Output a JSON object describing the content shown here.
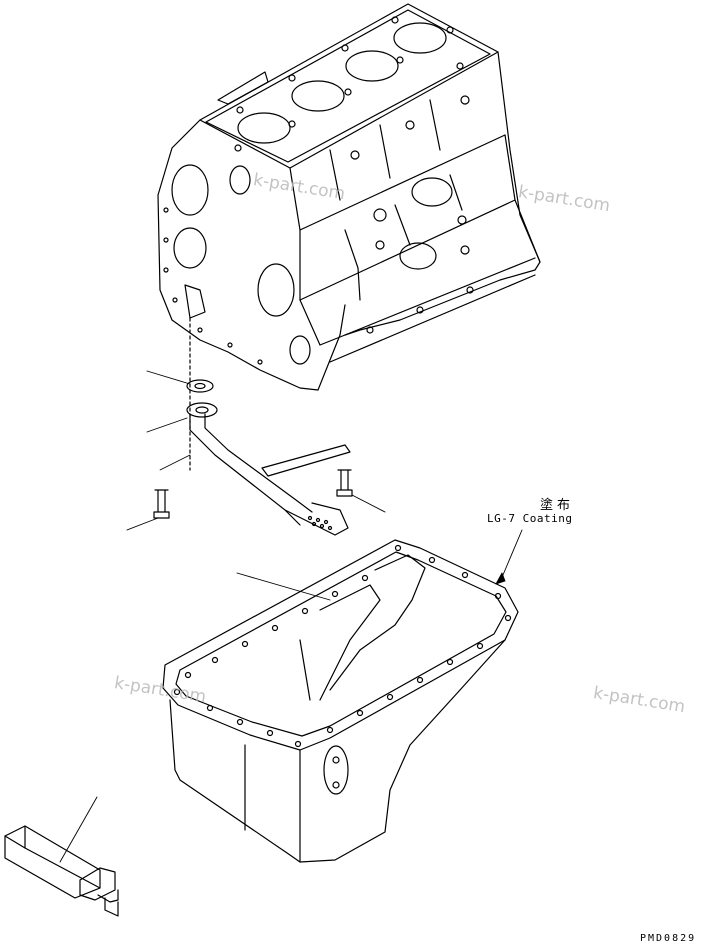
{
  "annotation": {
    "coating_jp": "塗布",
    "coating_en": "LG-7 Coating"
  },
  "drawing_code": "PMD0829",
  "watermark": "k-part.com"
}
